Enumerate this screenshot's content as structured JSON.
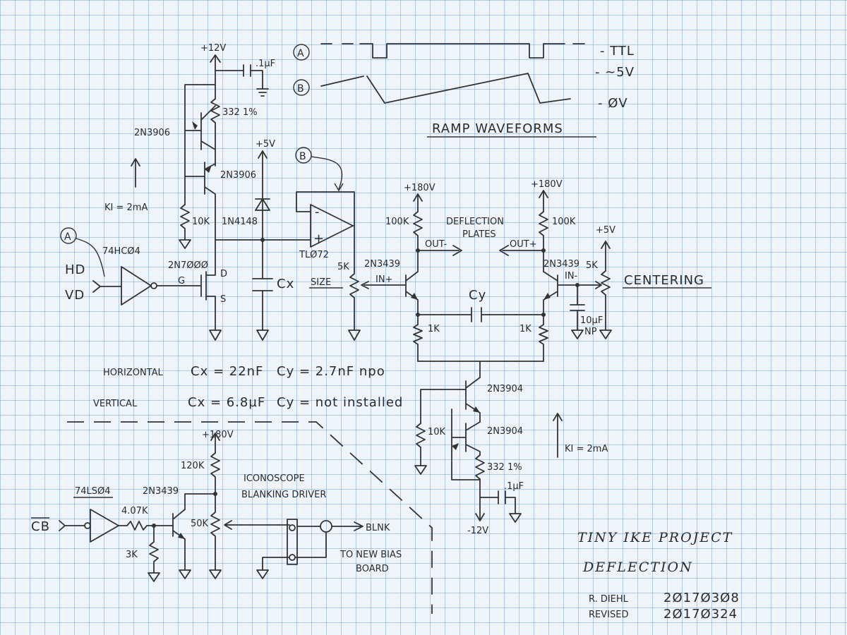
{
  "waveforms": {
    "title": "RAMP WAVEFORMS",
    "a_marker": "A",
    "b_marker": "B",
    "levels": {
      "ttl": "- TTL",
      "five": "- ~5V",
      "zero": "- ØV"
    }
  },
  "supply": {
    "plus12": "+12V",
    "plus5": "+5V",
    "plus180_left": "+180V",
    "plus180_right": "+180V",
    "plus5_center": "+5V",
    "plus180_blank": "+180V",
    "minus12": "-12V"
  },
  "current_source": {
    "q1": "2N3906",
    "q2": "2N3906",
    "r_top": "332 1%",
    "r_bias": "10K",
    "cap": ".1µF",
    "ki": "KI = 2mA"
  },
  "ramp": {
    "input_marker": "A",
    "gate": "74HCØ4",
    "hd": "HD",
    "vd": "VD",
    "fet": "2N7ØØØ",
    "fet_g": "G",
    "fet_d": "D",
    "fet_s": "S",
    "diode": "1N4148",
    "cx": "Cx",
    "opamp": "TLØ72",
    "opamp_minus": "-",
    "opamp_plus": "+",
    "b_marker": "B"
  },
  "amplifier": {
    "size_label": "SIZE",
    "size_pot": "5K",
    "in_plus": "IN+",
    "in_minus": "IN-",
    "q_left": "2N3439",
    "q_right": "2N3439",
    "r_left": "100K",
    "r_right": "100K",
    "plates": "DEFLECTION",
    "plates2": "PLATES",
    "out_minus": "OUT-",
    "out_plus": "OUT+",
    "cy": "Cy",
    "r_emitter_left": "1K",
    "r_emitter_right": "1K",
    "centering": "CENTERING",
    "center_pot": "5K",
    "c_np": "10µF",
    "np": "NP"
  },
  "tail": {
    "q_top": "2N3904",
    "q_bottom": "2N3904",
    "r_bias": "10K",
    "r_emitter": "332 1%",
    "cap": ".1µF",
    "ki": "KI = 2mA"
  },
  "values": {
    "horizontal": "HORIZONTAL",
    "h_cx": "Cx = 22nF",
    "h_cy": "Cy = 2.7nF npo",
    "vertical": "VERTICAL",
    "v_cx": "Cx = 6.8µF",
    "v_cy": "Cy = not installed"
  },
  "blanking": {
    "gate": "74LSØ4",
    "r_base": "4.07K",
    "r_pulldown": "3K",
    "transistor": "2N3439",
    "r_collector": "120K",
    "pot": "50K",
    "title1": "ICONOSCOPE",
    "title2": "BLANKING DRIVER",
    "input": "CB",
    "output": "BLNK",
    "note1": "TO NEW BIAS",
    "note2": "BOARD"
  },
  "title_block": {
    "project": "TINY IKE PROJECT",
    "sheet": "DEFLECTION",
    "author": "R. DIEHL",
    "date": "2Ø17Ø3Ø8",
    "revised_label": "REVISED",
    "revised_date": "2Ø17Ø324"
  }
}
